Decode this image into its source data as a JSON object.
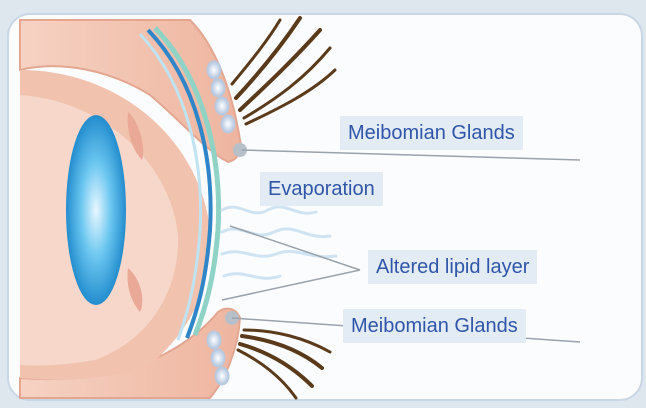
{
  "labels": {
    "meibomian_top": "Meibomian Glands",
    "evaporation": "Evaporation",
    "altered_lipid_layer": "Altered lipid layer",
    "meibomian_bottom": "Meibomian Glands"
  },
  "colors": {
    "background": "#dfe7ee",
    "panel": "#fbfcfd",
    "skin": "#f3c6b3",
    "skin_dark": "#e3a791",
    "tear_film": "#2e86c9",
    "lens_blue": "#1e9fdc",
    "lash_brown": "#5a3a1a",
    "label_text": "#2f56a8",
    "label_bg": "#e3ebf5"
  }
}
